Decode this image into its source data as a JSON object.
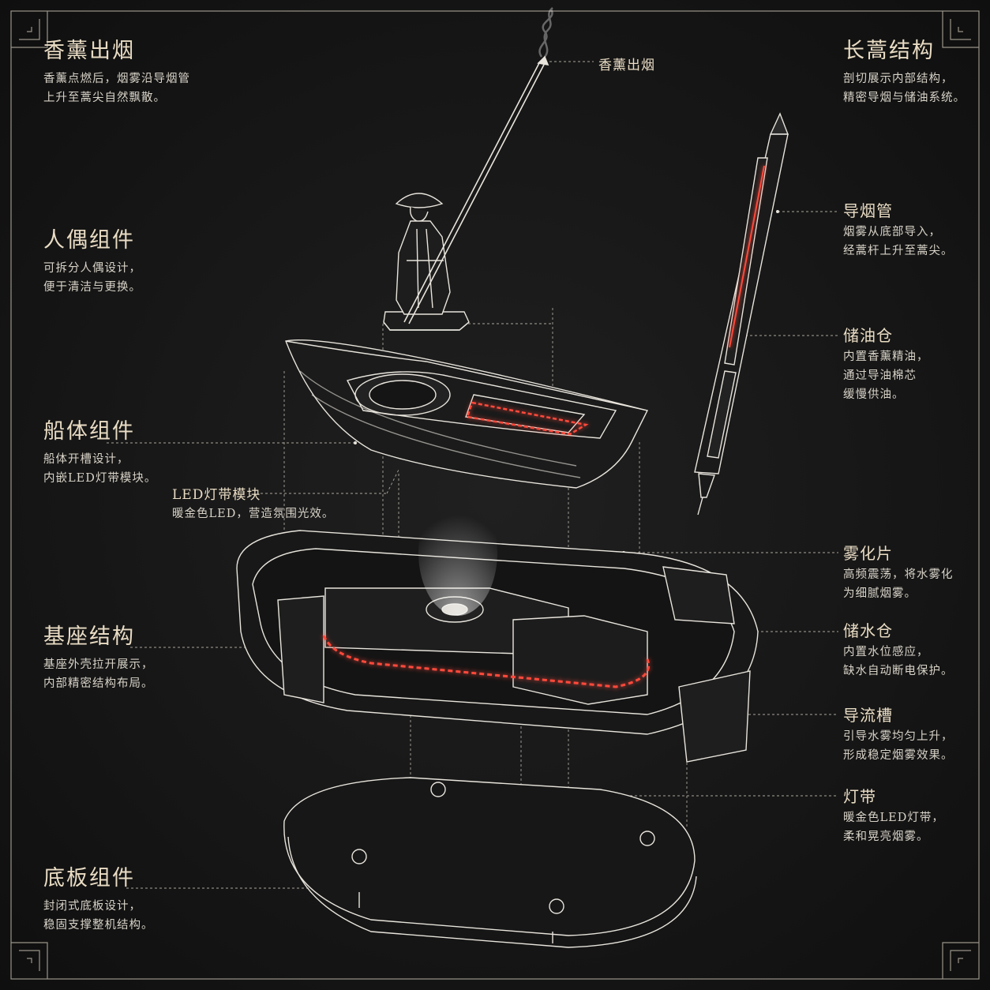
{
  "callouts_left": [
    {
      "title": "香薰出烟",
      "lines": [
        "香薰点燃后，烟雾沿导烟管",
        "上升至蒿尖自然飘散。"
      ]
    },
    {
      "title": "人偶组件",
      "lines": [
        "可拆分人偶设计，",
        "便于清洁与更换。"
      ]
    },
    {
      "title": "船体组件",
      "lines": [
        "船体开槽设计，",
        "内嵌LED灯带模块。"
      ]
    },
    {
      "title": "基座结构",
      "lines": [
        "基座外壳拉开展示，",
        "内部精密结构布局。"
      ]
    },
    {
      "title": "底板组件",
      "lines": [
        "封闭式底板设计，",
        "稳固支撑整机结构。"
      ]
    }
  ],
  "callout_led_module": {
    "title": "LED灯带模块",
    "lines": [
      "暖金色LED，营造氛围光效。"
    ]
  },
  "callout_top_smoke": {
    "title": "香薰出烟"
  },
  "callout_right_header": {
    "title": "长蒿结构",
    "lines": [
      "剖切展示内部结构，",
      "精密导烟与储油系统。"
    ]
  },
  "callouts_right": [
    {
      "title": "导烟管",
      "lines": [
        "烟雾从底部导入，",
        "经蒿杆上升至蒿尖。"
      ]
    },
    {
      "title": "储油仓",
      "lines": [
        "内置香薰精油，",
        "通过导油棉芯",
        "缓慢供油。"
      ]
    },
    {
      "title": "雾化片",
      "lines": [
        "高频震荡，将水雾化",
        "为细腻烟雾。"
      ]
    },
    {
      "title": "储水仓",
      "lines": [
        "内置水位感应，",
        "缺水自动断电保护。"
      ]
    },
    {
      "title": "导流槽",
      "lines": [
        "引导水雾均匀上升，",
        "形成稳定烟雾效果。"
      ]
    },
    {
      "title": "灯带",
      "lines": [
        "暖金色LED灯带，",
        "柔和晃亮烟雾。"
      ]
    }
  ],
  "colors": {
    "background": "#161616",
    "line": "#e8e4dc",
    "text_gold": "#e9dcc4",
    "led_red": "#ff4a3a"
  }
}
